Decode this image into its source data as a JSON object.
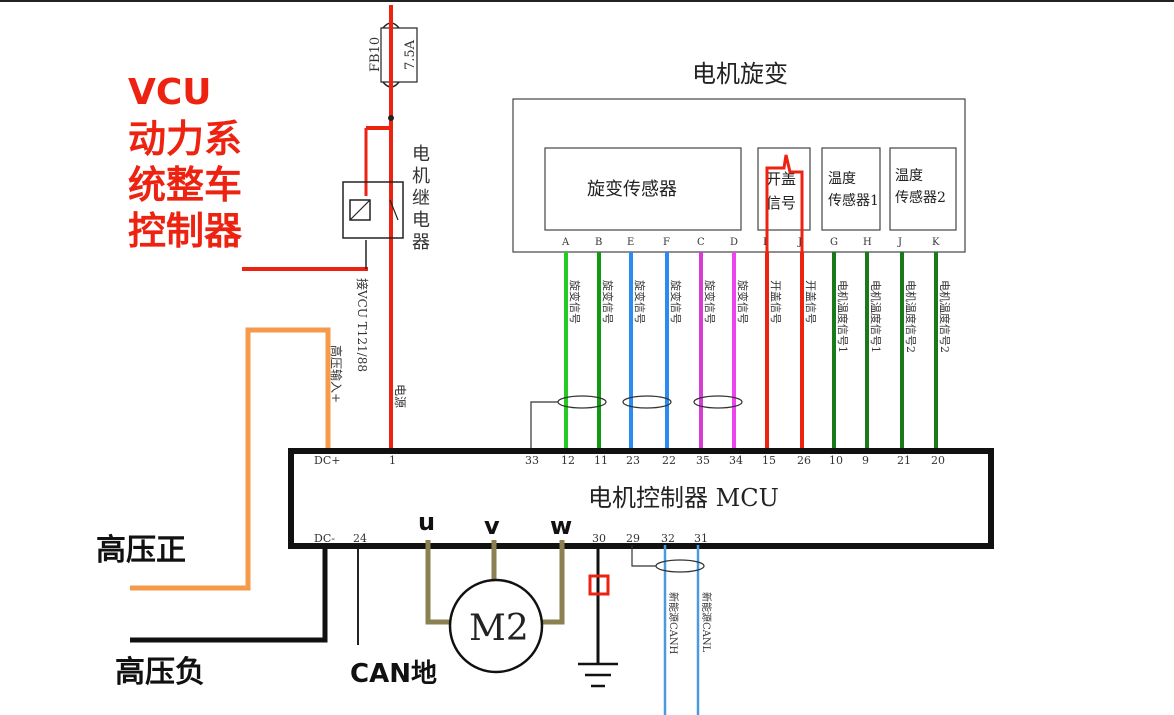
{
  "vcu_label": {
    "line1": "VCU",
    "line2": "动力系",
    "line3": "统整车",
    "line4": "控制器"
  },
  "fuse": {
    "id": "FB10",
    "rating": "7.5A"
  },
  "relay_label": "电机继电器",
  "relay_wire_note": "接VCU T121/88",
  "resolver_box_title": "电机旋变",
  "sensors": [
    {
      "label": "旋变传感器"
    },
    {
      "label": "开盖信号"
    },
    {
      "label": "温度传感器1"
    },
    {
      "label": "温度传感器2"
    }
  ],
  "sensor_pin_letters": [
    "A",
    "B",
    "E",
    "F",
    "C",
    "D",
    "I",
    "J",
    "G",
    "H",
    "J",
    "K"
  ],
  "signal_wires": [
    {
      "label": "旋变信号",
      "color": "#22cc22",
      "mcu_pin": "12"
    },
    {
      "label": "旋变信号",
      "color": "#119911",
      "mcu_pin": "11"
    },
    {
      "label": "旋变信号",
      "color": "#2a8cf0",
      "mcu_pin": "23"
    },
    {
      "label": "旋变信号",
      "color": "#2a8cf0",
      "mcu_pin": "22"
    },
    {
      "label": "旋变信号",
      "color": "#d53ed5",
      "mcu_pin": "35"
    },
    {
      "label": "旋变信号",
      "color": "#ee44ee",
      "mcu_pin": "34"
    },
    {
      "label": "开盖信号",
      "color": "#ee2211",
      "mcu_pin": "15"
    },
    {
      "label": "开盖信号",
      "color": "#ee2211",
      "mcu_pin": "26"
    },
    {
      "label": "电机温度信号1",
      "color": "#1a7a1a",
      "mcu_pin": "10"
    },
    {
      "label": "电机温度信号1",
      "color": "#1a7a1a",
      "mcu_pin": "9"
    },
    {
      "label": "电机温度信号2",
      "color": "#1a7a1a",
      "mcu_pin": "21"
    },
    {
      "label": "电机温度信号2",
      "color": "#1a7a1a",
      "mcu_pin": "20"
    }
  ],
  "mcu": {
    "title": "电机控制器 MCU",
    "pin_dc_plus": "DC+",
    "pin_power": "1",
    "pin_shield": "33",
    "pin_dc_minus": "DC-",
    "pin_24": "24",
    "pin_30": "30",
    "pin_29": "29",
    "pin_32": "32",
    "pin_31": "31"
  },
  "hv_input_note": "高压输入+",
  "power_note": "电源",
  "phases": {
    "u": "u",
    "v": "v",
    "w": "w"
  },
  "motor_label": "M2",
  "hv_positive": "高压正",
  "hv_negative": "高压负",
  "can_ground": "CAN地",
  "can_h": "新能源CANH",
  "can_l": "新能源CANL",
  "colors": {
    "red": "#ee2211",
    "orange": "#f59a4a",
    "olive": "#8a8050",
    "blue": "#2a8cf0",
    "black": "#111111"
  }
}
